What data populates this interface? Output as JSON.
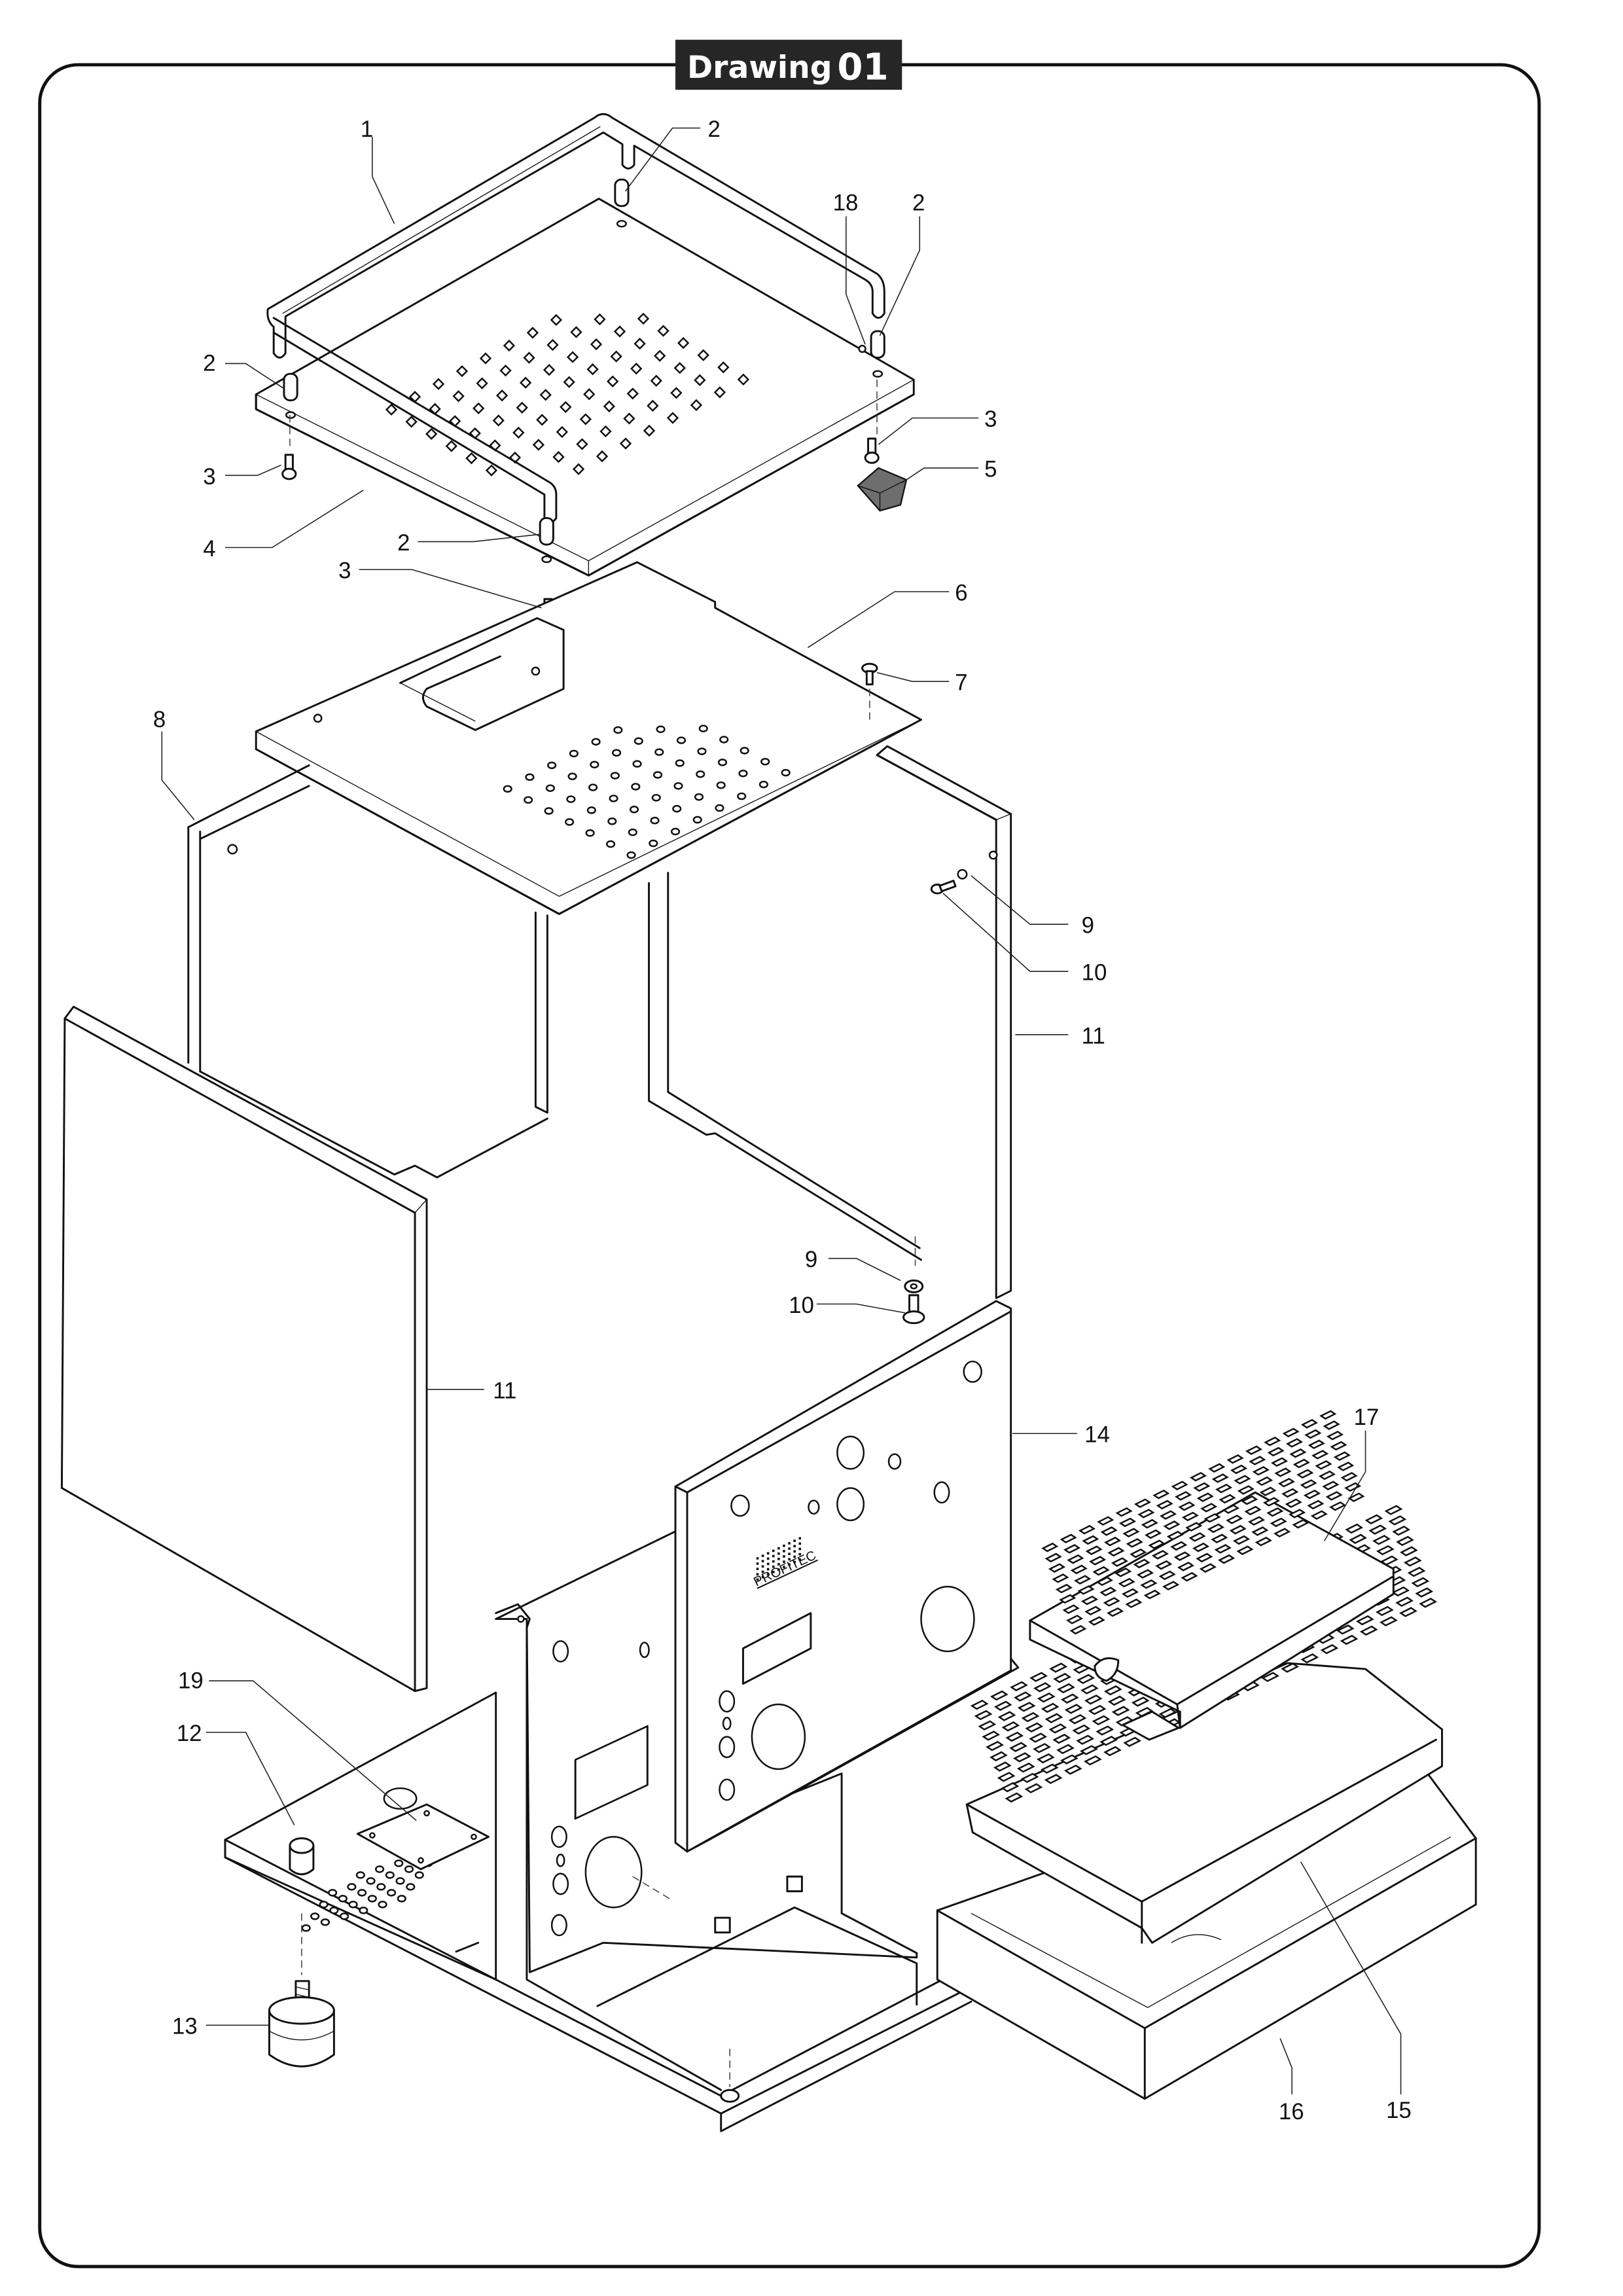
{
  "drawing": {
    "title_word": "Drawing",
    "title_number": "01",
    "brand_marking": "PROFITEC"
  },
  "callouts": [
    {
      "id": "c1",
      "number": "1"
    },
    {
      "id": "c2a",
      "number": "2"
    },
    {
      "id": "c2b",
      "number": "2"
    },
    {
      "id": "c2c",
      "number": "2"
    },
    {
      "id": "c2d",
      "number": "2"
    },
    {
      "id": "c3a",
      "number": "3"
    },
    {
      "id": "c3b",
      "number": "3"
    },
    {
      "id": "c3c",
      "number": "3"
    },
    {
      "id": "c4",
      "number": "4"
    },
    {
      "id": "c5",
      "number": "5"
    },
    {
      "id": "c6",
      "number": "6"
    },
    {
      "id": "c7",
      "number": "7"
    },
    {
      "id": "c8",
      "number": "8"
    },
    {
      "id": "c9a",
      "number": "9"
    },
    {
      "id": "c9b",
      "number": "9"
    },
    {
      "id": "c10a",
      "number": "10"
    },
    {
      "id": "c10b",
      "number": "10"
    },
    {
      "id": "c11a",
      "number": "11"
    },
    {
      "id": "c11b",
      "number": "11"
    },
    {
      "id": "c12",
      "number": "12"
    },
    {
      "id": "c13",
      "number": "13"
    },
    {
      "id": "c14",
      "number": "14"
    },
    {
      "id": "c15",
      "number": "15"
    },
    {
      "id": "c16",
      "number": "16"
    },
    {
      "id": "c17",
      "number": "17"
    },
    {
      "id": "c18",
      "number": "18"
    },
    {
      "id": "c19",
      "number": "19"
    }
  ],
  "colors": {
    "ink": "#111111",
    "title_bg": "#262626",
    "title_fg": "#ffffff",
    "foot_pad": "#6e6e6e"
  }
}
